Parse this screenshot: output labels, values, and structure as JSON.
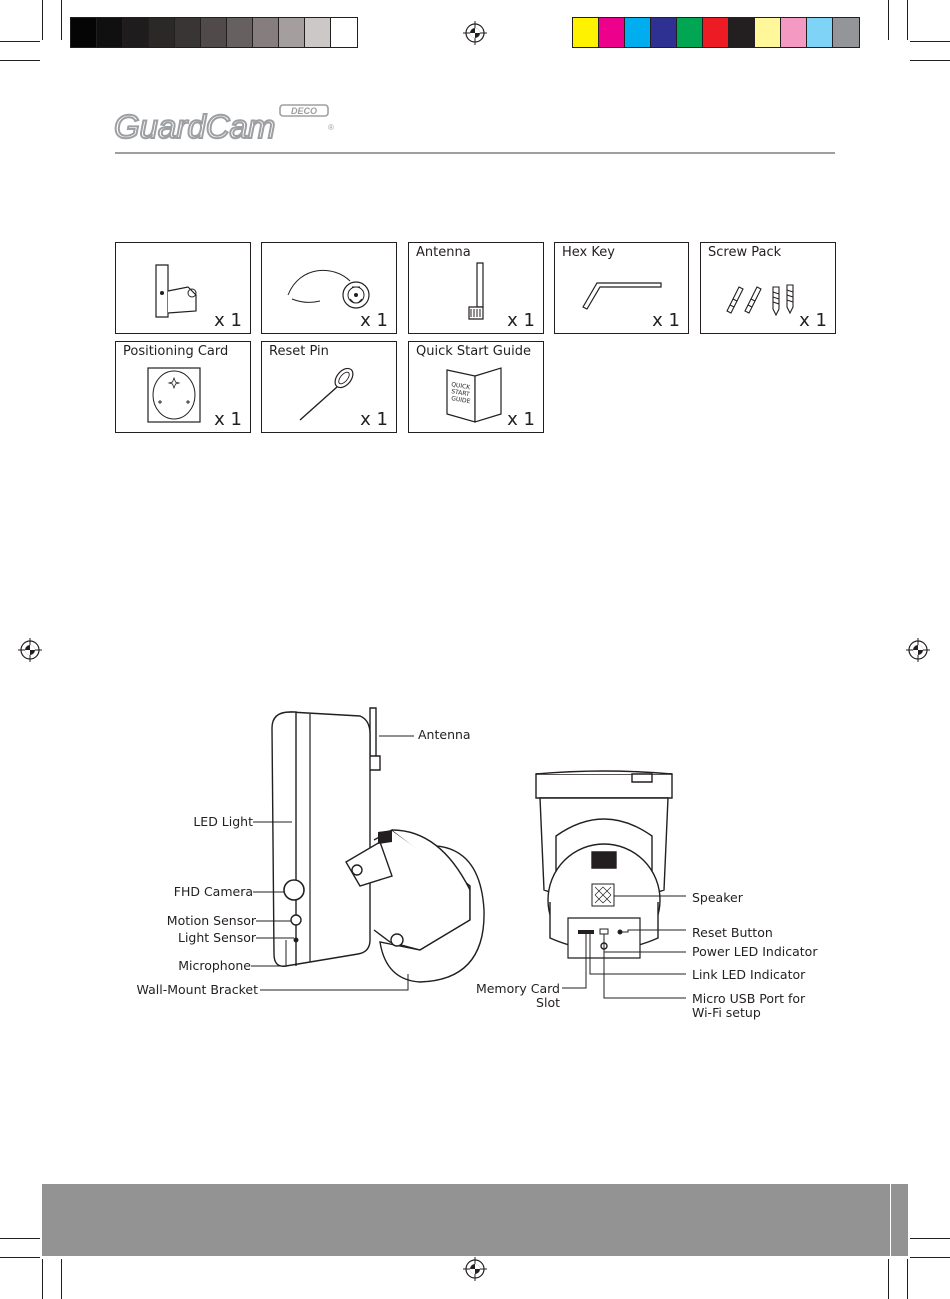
{
  "brand": {
    "name": "GuardCam",
    "badge": "DECO",
    "registered": "®"
  },
  "print_marks": {
    "gray_swatches": [
      "#050505",
      "#101010",
      "#1e1c1c",
      "#2b2828",
      "#3a3535",
      "#504a4a",
      "#676060",
      "#857d7e",
      "#a59e9f",
      "#cdc8c8",
      "#ffffff"
    ],
    "color_swatches": [
      "#fff200",
      "#ec008c",
      "#00aeef",
      "#2e3192",
      "#00a651",
      "#ed1c24",
      "#231f20",
      "#fff799",
      "#f49ac2",
      "#7fd3f7",
      "#939598"
    ]
  },
  "items": [
    {
      "label": "",
      "qty": "x 1",
      "icon": "bracket-icon"
    },
    {
      "label": "",
      "qty": "x 1",
      "icon": "power-cable-icon"
    },
    {
      "label": "Antenna",
      "qty": "x 1",
      "icon": "antenna-icon"
    },
    {
      "label": "Hex Key",
      "qty": "x 1",
      "icon": "hex-key-icon"
    },
    {
      "label": "Screw Pack",
      "qty": "x 1",
      "icon": "screw-pack-icon"
    },
    {
      "label": "Positioning Card",
      "qty": "x 1",
      "icon": "positioning-card-icon"
    },
    {
      "label": "Reset Pin",
      "qty": "x 1",
      "icon": "reset-pin-icon"
    },
    {
      "label": "Quick Start Guide",
      "qty": "x 1",
      "icon": "quick-start-guide-icon"
    }
  ],
  "guide_cover_text": [
    "QUICK",
    "START",
    "GUIDE"
  ],
  "diagram": {
    "front_labels": {
      "antenna": "Antenna",
      "led_light": "LED Light",
      "fhd_camera": "FHD Camera",
      "motion_sensor": "Motion Sensor",
      "light_sensor": "Light Sensor",
      "microphone": "Microphone",
      "wall_mount_bracket": "Wall-Mount Bracket"
    },
    "back_labels": {
      "speaker": "Speaker",
      "reset_button": "Reset Button",
      "power_led": "Power LED Indicator",
      "link_led": "Link LED Indicator",
      "micro_usb_line1": "Micro USB Port for",
      "micro_usb_line2": "Wi-Fi setup",
      "memory_card_line1": "Memory Card",
      "memory_card_line2": "Slot"
    }
  },
  "colors": {
    "ink": "#231f20",
    "logo_gray": "#9d9fa2",
    "footer_band": "#939393"
  }
}
